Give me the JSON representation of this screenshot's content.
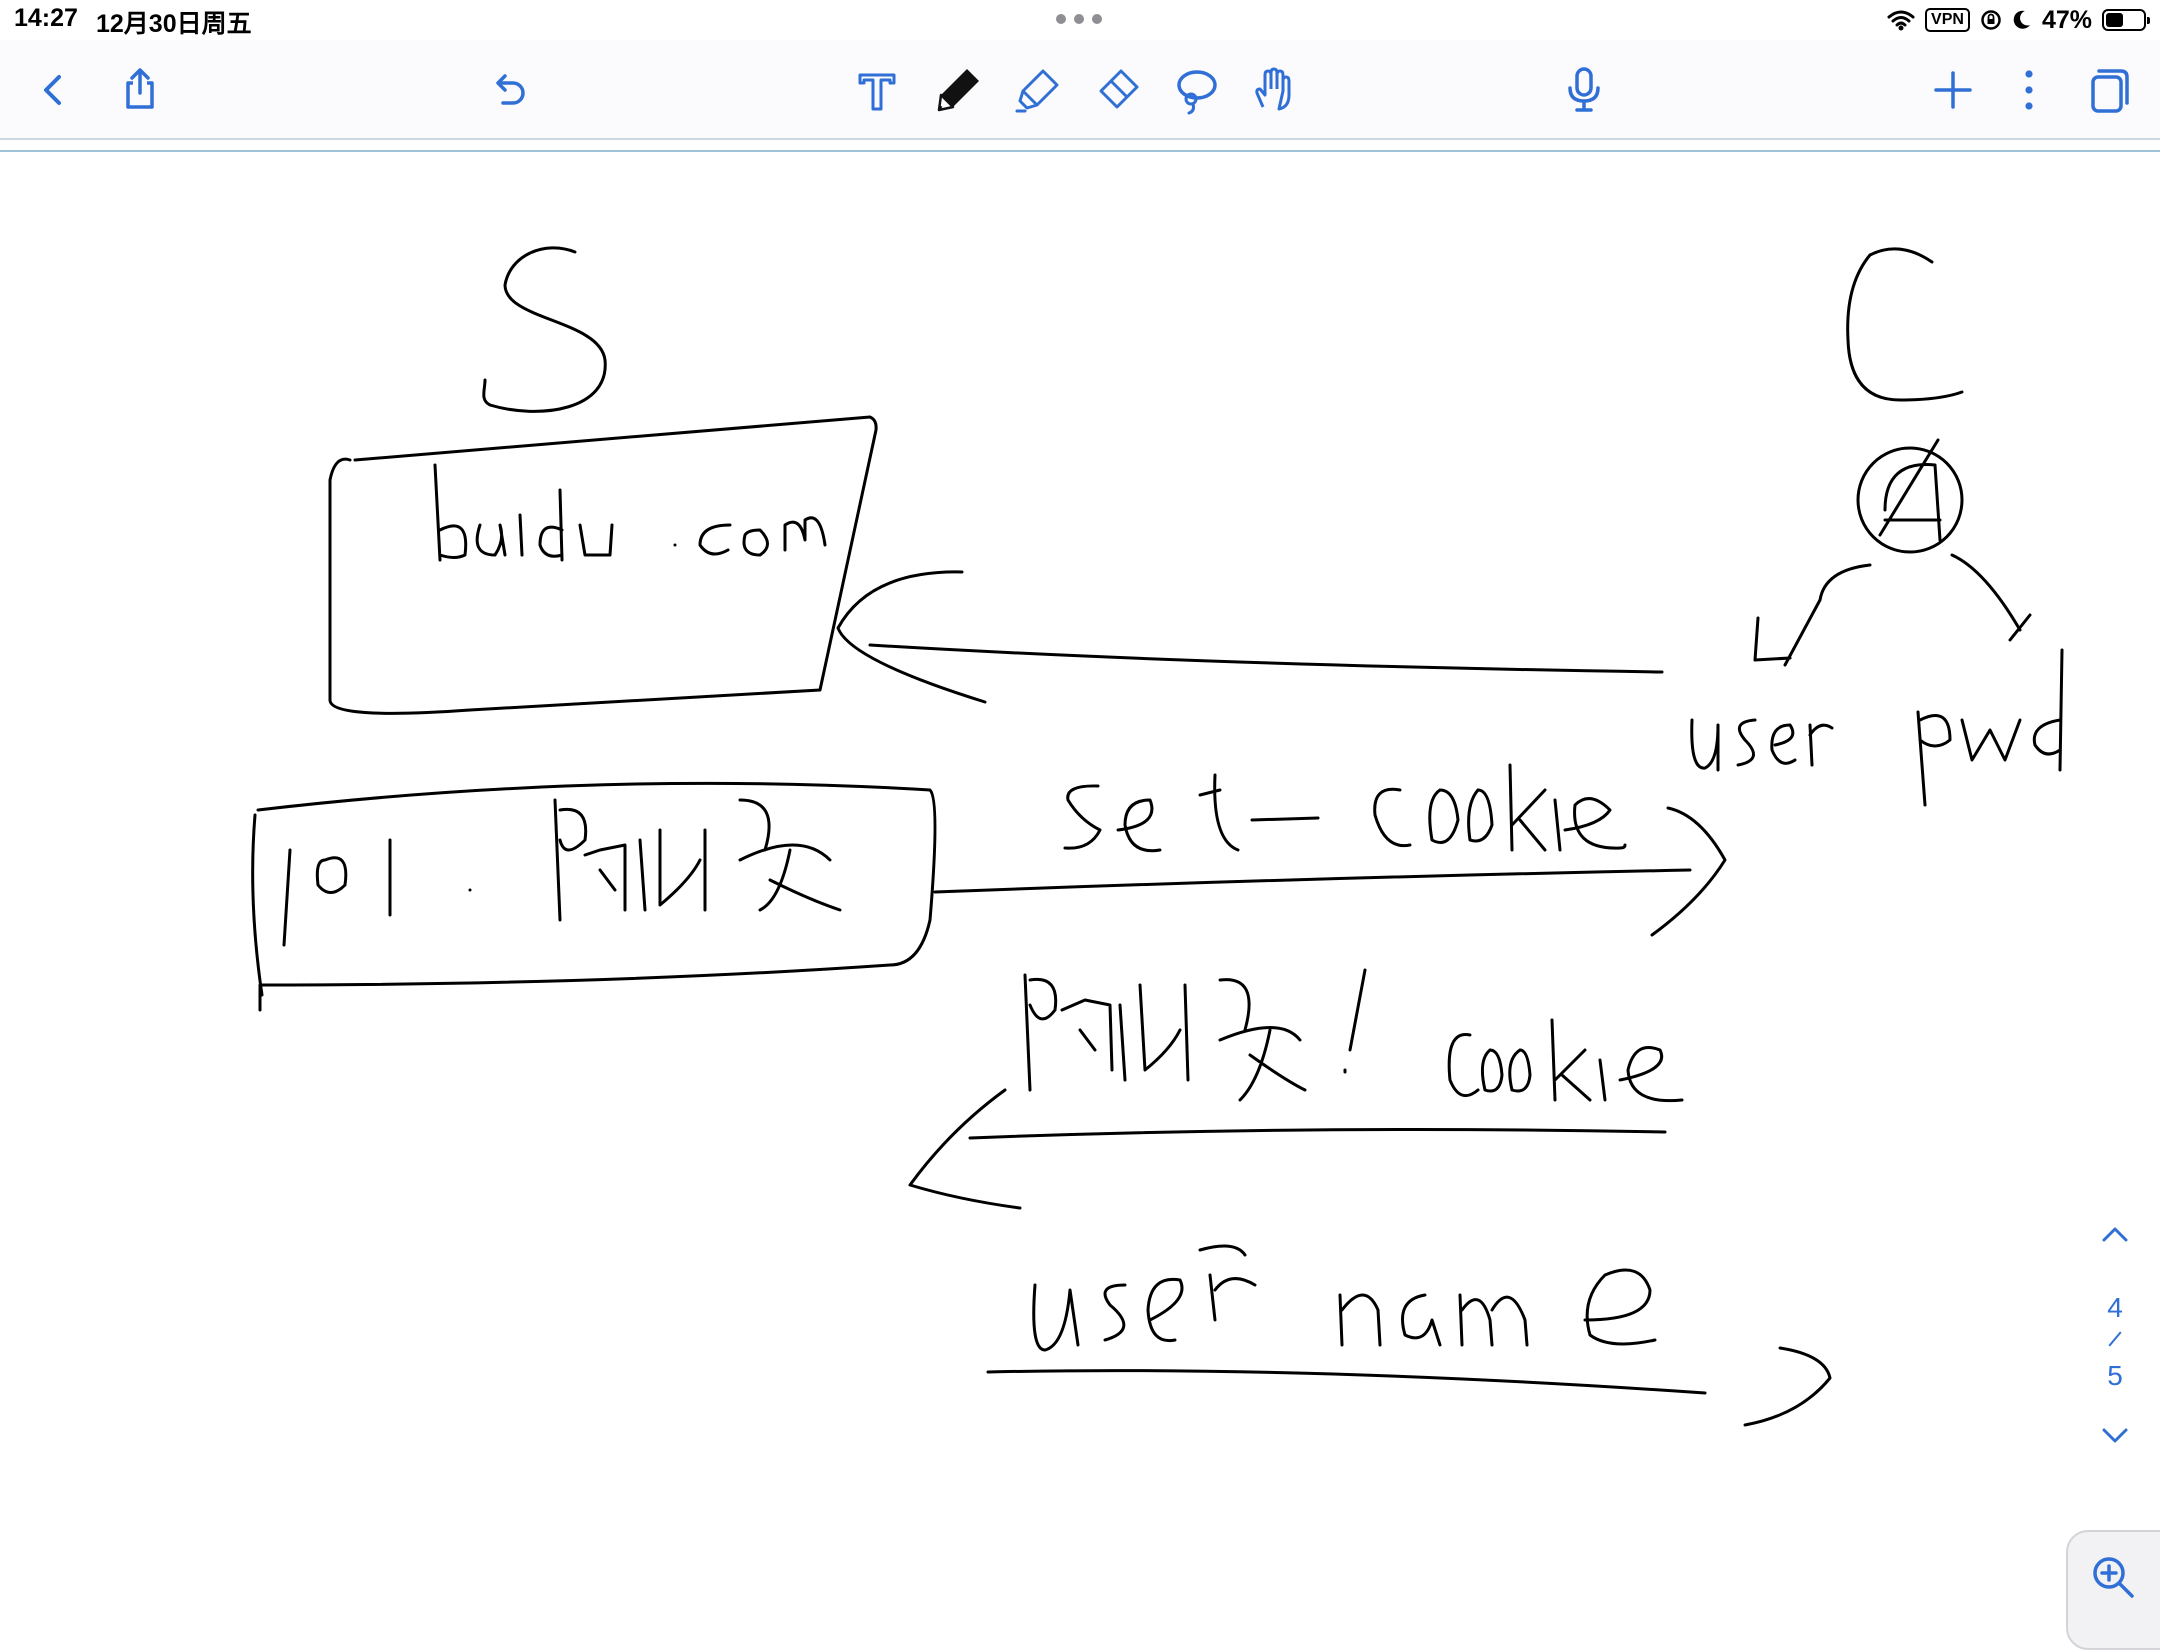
{
  "status_bar": {
    "time": "14:27",
    "date": "12月30日周五",
    "vpn": "VPN",
    "battery_percent": "47%",
    "battery_level": 0.47
  },
  "toolbar": {
    "accent_color": "#2f6fd6",
    "left_tools": [
      "back-icon",
      "share-icon",
      "undo-icon"
    ],
    "center_tools": [
      "text-tool-icon",
      "pen-tool-icon",
      "highlighter-tool-icon",
      "eraser-tool-icon",
      "lasso-tool-icon",
      "hand-tool-icon"
    ],
    "mic": "microphone-icon",
    "right_tools": [
      "add-icon",
      "more-icon",
      "pages-icon"
    ]
  },
  "note": {
    "handwriting": {
      "server_label": "S",
      "client_label": "C",
      "server_box": "baidu.com",
      "client_circle": "A",
      "client_fields": [
        "user",
        "pwd"
      ],
      "session_box": "101 : 随机数",
      "arrow_to_client": "set-cookie",
      "returned_value": "随机数! cookie",
      "bottom_label": "user name"
    }
  },
  "pager": {
    "current": "4",
    "total": "5"
  }
}
